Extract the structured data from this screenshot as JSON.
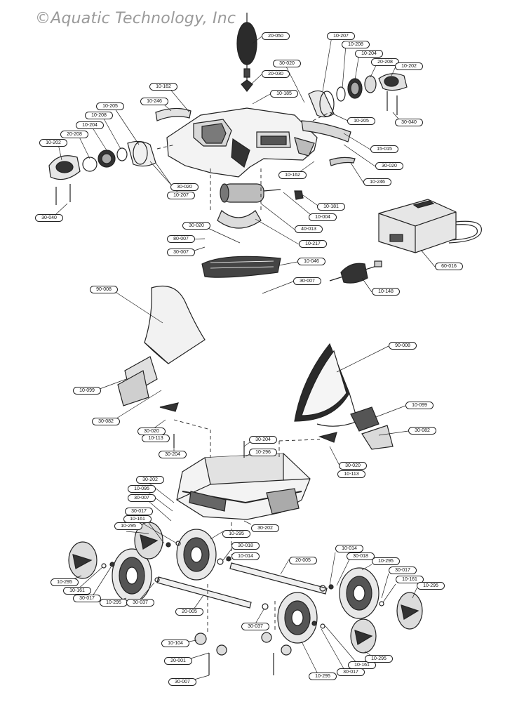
{
  "watermark": "©Aquatic Technology, Inc",
  "labels": [
    "20-050",
    "10-207",
    "10-208",
    "10-204",
    "20-208",
    "10-202",
    "30-020",
    "20-030",
    "10-162",
    "10-185",
    "10-246",
    "10-205",
    "10-208",
    "10-204",
    "20-208",
    "10-202",
    "30-040",
    "10-205",
    "30-040",
    "15-015",
    "30-020",
    "30-020",
    "10-207",
    "10-162",
    "10-246",
    "10-181",
    "10-004",
    "40-013",
    "30-020",
    "80-007",
    "10-217",
    "30-007",
    "10-046",
    "30-007",
    "10-148",
    "60-016",
    "90-008",
    "90-008",
    "10-099",
    "10-099",
    "30-082",
    "30-082",
    "30-020",
    "10-113",
    "30-204",
    "30-204",
    "10-296",
    "30-020",
    "10-113",
    "30-202",
    "10-095",
    "30-007",
    "30-017",
    "10-161",
    "10-295",
    "10-295",
    "30-018",
    "10-014",
    "30-202",
    "20-005",
    "10-014",
    "30-018",
    "10-295",
    "30-017",
    "10-161",
    "10-295",
    "10-295",
    "10-161",
    "30-017",
    "10-295",
    "30-037",
    "20-005",
    "30-037",
    "10-104",
    "20-001",
    "30-007",
    "10-295",
    "30-017",
    "10-161",
    "10-295"
  ]
}
